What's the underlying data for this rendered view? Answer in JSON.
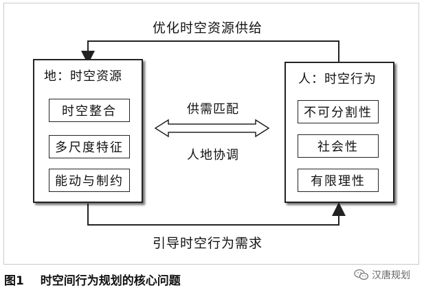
{
  "top_flow": "优化时空资源供给",
  "bottom_flow": "引导时空行为需求",
  "left_panel": {
    "title": "地：时空资源",
    "items": [
      "时空整合",
      "多尺度特征",
      "能动与制约"
    ]
  },
  "right_panel": {
    "title": "人：时空行为",
    "items": [
      "不可分割性",
      "社会性",
      "有限理性"
    ]
  },
  "center": {
    "top_label": "供需匹配",
    "bottom_label": "人地协调"
  },
  "caption": {
    "figure": "图1",
    "title": "时空间行为规划的核心问题"
  },
  "watermark": {
    "icon": "wechat-icon",
    "text": "汉唐规划"
  }
}
